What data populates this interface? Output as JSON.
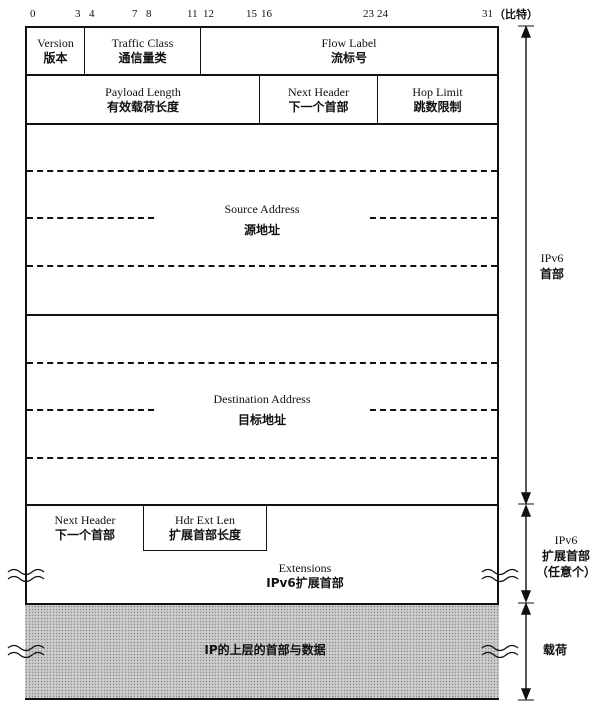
{
  "bit_numbers": [
    "0",
    "3",
    "4",
    "7",
    "8",
    "11",
    "12",
    "15",
    "16",
    "23",
    "24",
    "31",
    "（比特）"
  ],
  "header": {
    "version": {
      "en": "Version",
      "zh": "版本"
    },
    "traffic_class": {
      "en": "Traffic Class",
      "zh": "通信量类"
    },
    "flow_label": {
      "en": "Flow Label",
      "zh": "流标号"
    },
    "payload_length": {
      "en": "Payload Length",
      "zh": "有效载荷长度"
    },
    "next_header": {
      "en": "Next Header",
      "zh": "下一个首部"
    },
    "hop_limit": {
      "en": "Hop Limit",
      "zh": "跳数限制"
    },
    "source_address": {
      "en": "Source Address",
      "zh": "源地址"
    },
    "destination_address": {
      "en": "Destination Address",
      "zh": "目标地址"
    }
  },
  "extension": {
    "next_header": {
      "en": "Next Header",
      "zh": "下一个首部"
    },
    "hdr_ext_len": {
      "en": "Hdr Ext Len",
      "zh": "扩展首部长度"
    },
    "extensions": {
      "en": "Extensions",
      "zh": "IPv6扩展首部"
    }
  },
  "payload": {
    "label": "IP的上层的首部与数据"
  },
  "side_labels": {
    "ipv6_header": [
      "IPv6",
      "首部"
    ],
    "ext_header": [
      "IPv6",
      "扩展首部",
      "（任意个）"
    ],
    "payload": "载荷"
  }
}
